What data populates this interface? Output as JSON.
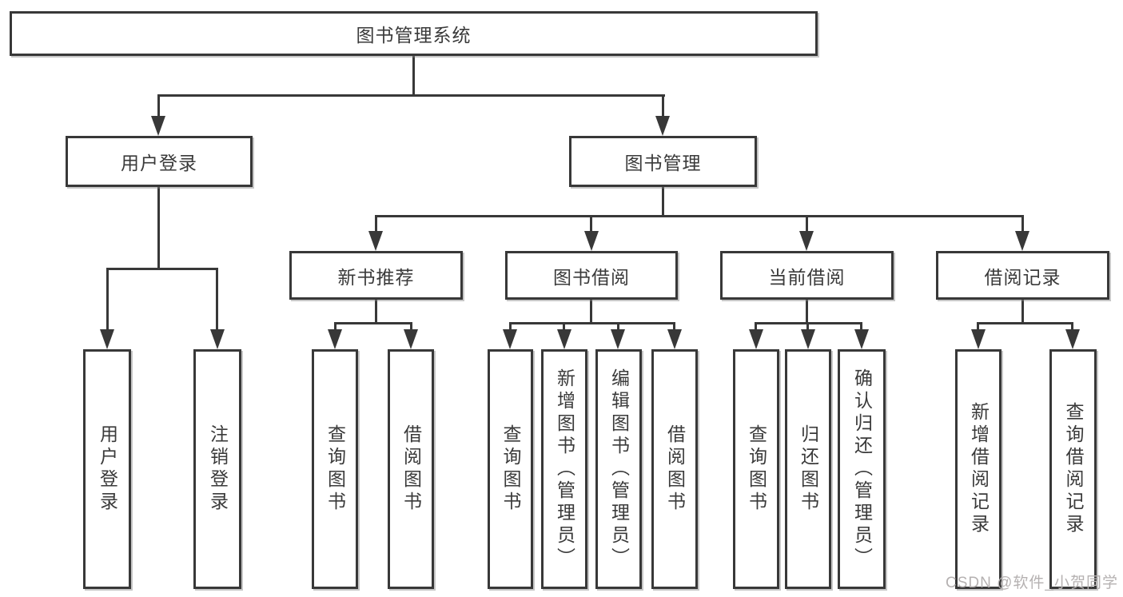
{
  "diagram": {
    "root": "图书管理系统",
    "level2": {
      "user_login_group": "用户登录",
      "book_mgmt_group": "图书管理"
    },
    "level3": {
      "new_book_rec": "新书推荐",
      "book_borrow": "图书借阅",
      "current_borrow": "当前借阅",
      "borrow_records": "借阅记录"
    },
    "leaves": {
      "user_login": "用户登录",
      "logout": "注销登录",
      "nb_query": "查询图书",
      "nb_borrow": "借阅图书",
      "bb_query": "查询图书",
      "bb_add": "新增图书（管理员）",
      "bb_edit": "编辑图书（管理员）",
      "bb_borrow": "借阅图书",
      "cb_query": "查询图书",
      "cb_return": "归还图书",
      "cb_confirm": "确认归还（管理员）",
      "br_add": "新增借阅记录",
      "br_query": "查询借阅记录"
    }
  },
  "watermark": "CSDN @软件_小贺同学",
  "colors": {
    "line": "#383838",
    "box_background": "#ffffff",
    "text": "#3a3a3a",
    "watermark": "#b5b1b1"
  }
}
